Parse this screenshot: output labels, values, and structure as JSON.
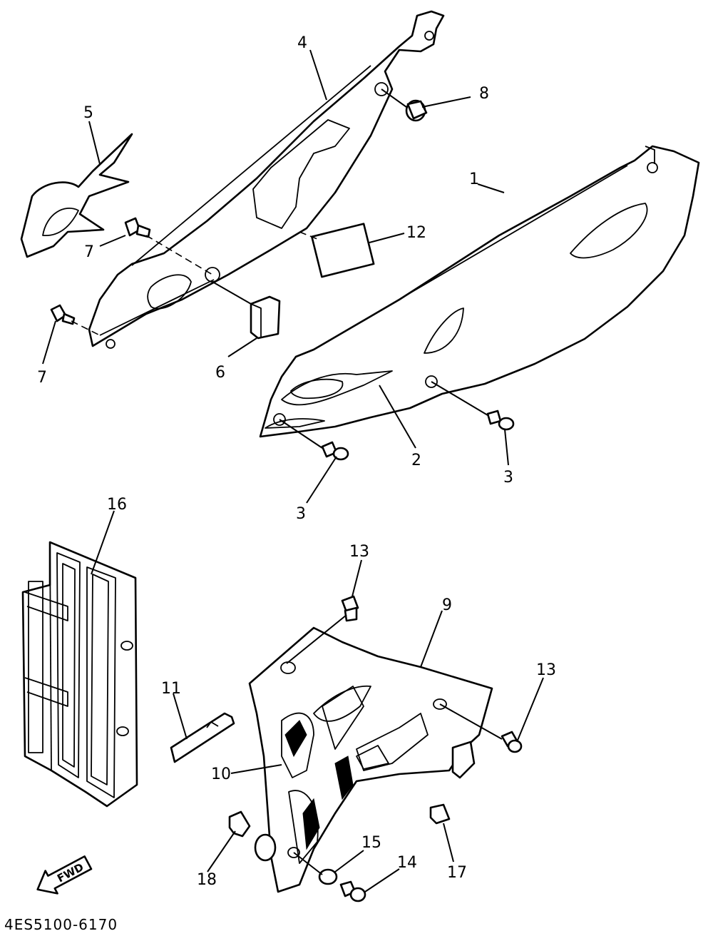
{
  "diagram": {
    "part_code": "4ES5100-6170",
    "fwd_label": "FWD",
    "labels": {
      "p1": "1",
      "p2": "2",
      "p3a": "3",
      "p3b": "3",
      "p4": "4",
      "p5": "5",
      "p6": "6",
      "p7a": "7",
      "p7b": "7",
      "p8": "8",
      "p9": "9",
      "p10": "10",
      "p11": "11",
      "p12": "12",
      "p13a": "13",
      "p13b": "13",
      "p14": "14",
      "p15": "15",
      "p16": "16",
      "p17": "17",
      "p18": "18"
    }
  }
}
